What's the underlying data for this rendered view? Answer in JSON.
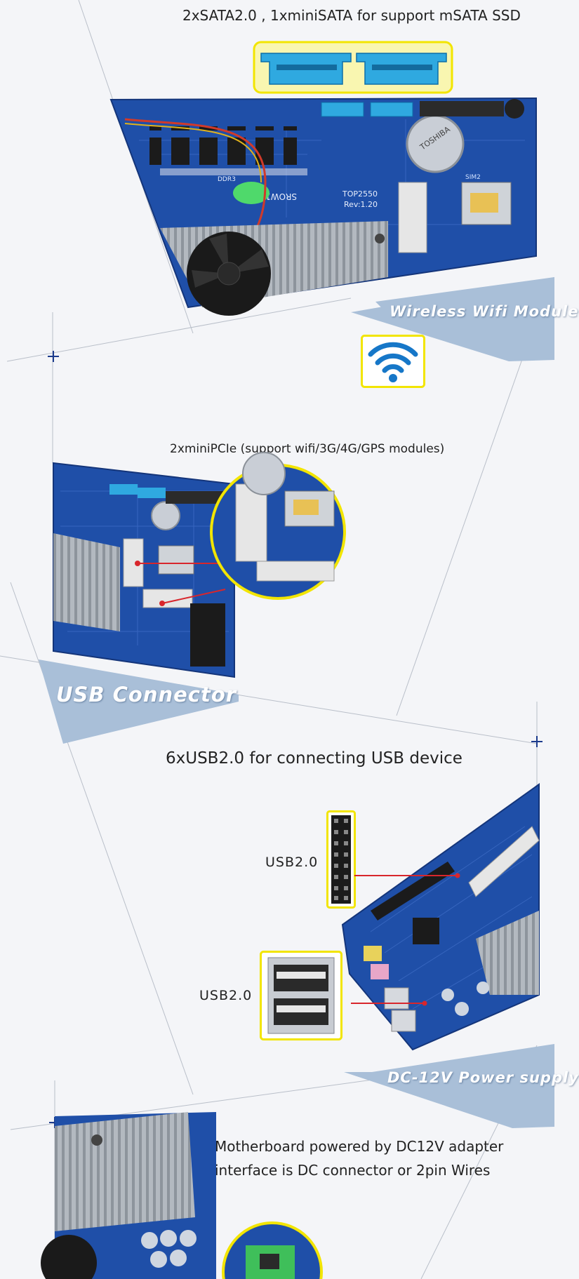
{
  "colors": {
    "background": "#f4f5f8",
    "banner": "#a9bfd8",
    "board_blue": "#1f4fa8",
    "sata_blue": "#2fa9e0",
    "highlight_yellow": "#f2e500",
    "wifi_blue": "#1677c8",
    "pointer_red": "#d8262c",
    "heatsink": "#a7aeb6"
  },
  "sections": {
    "sata": {
      "caption": "2xSATA2.0 , 1xminiSATA for support mSATA SSD",
      "board_labels": [
        "TOP2550",
        "Rev:1.20",
        "SROW1",
        "DDR3",
        "TOSHIBA",
        "SIM2"
      ]
    },
    "wifi": {
      "banner": "Wireless Wifi Module",
      "caption": "2xminiPCIe (support wifi/3G/4G/GPS modules)"
    },
    "usb": {
      "banner": "USB Connector",
      "caption": "6xUSB2.0 for connecting USB device",
      "header_label": "USB2.0",
      "port_label": "USB2.0"
    },
    "power": {
      "banner": "DC-12V Power supply",
      "caption_line1": "Motherboard powered by DC12V adapter",
      "caption_line2": "interface is DC connector or 2pin Wires"
    }
  }
}
